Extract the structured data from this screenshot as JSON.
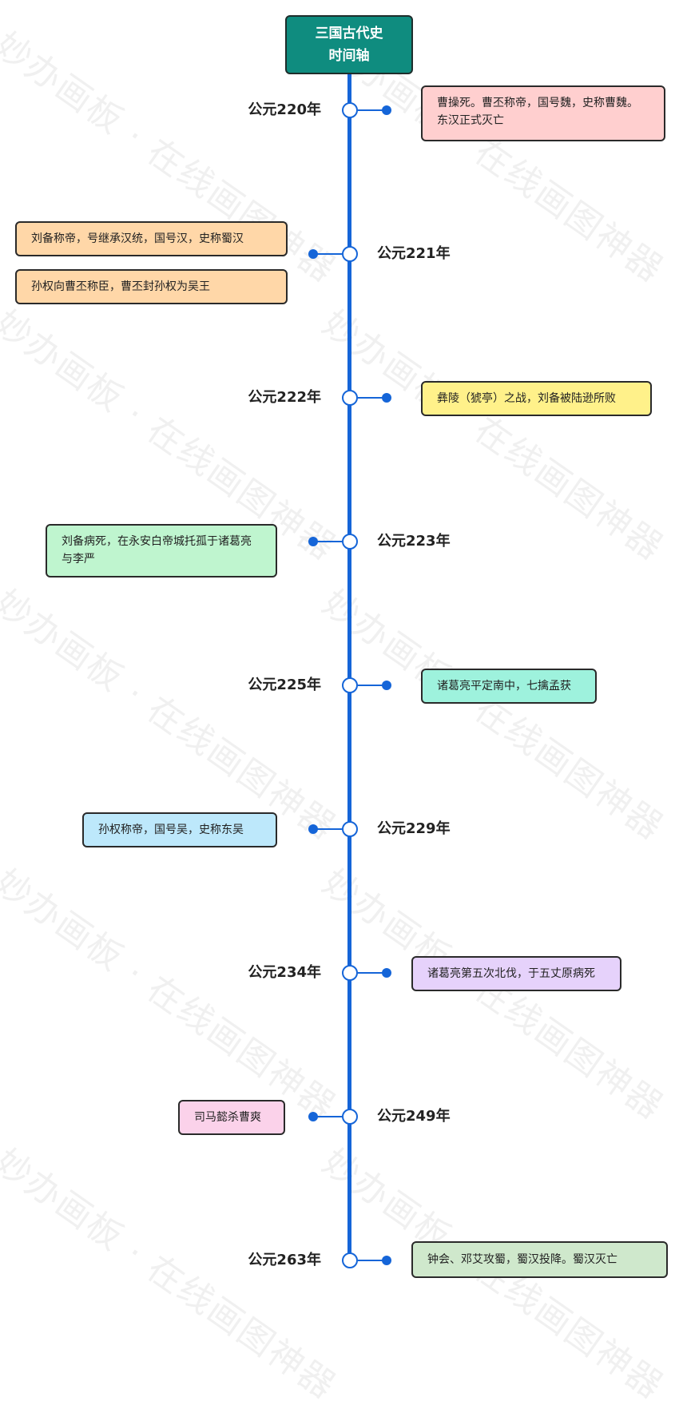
{
  "title": "三国古代史时间轴",
  "title_lines": [
    "三国古代史",
    "时间轴"
  ],
  "watermark_text": "妙办画板 · 在线画图神器",
  "colors": {
    "axis": "#1565d8",
    "title_bg": "#0f8c7f",
    "title_text": "#ffffff",
    "year_text": "#222222",
    "event_text": "#222222",
    "event_border": "#2a2a2a"
  },
  "timeline": [
    {
      "year": "公元220年",
      "side": "right",
      "events": [
        {
          "lines": [
            "曹操死。曹丕称帝，国号魏，史称曹魏。",
            "东汉正式灭亡"
          ],
          "color": "#ffcfcf"
        }
      ]
    },
    {
      "year": "公元221年",
      "side": "left",
      "events": [
        {
          "lines": [
            "刘备称帝，号继承汉统，国号汉，史称蜀汉"
          ],
          "color": "#ffd7a8"
        },
        {
          "lines": [
            "孙权向曹丕称臣，曹丕封孙权为吴王"
          ],
          "color": "#ffd7a8"
        }
      ]
    },
    {
      "year": "公元222年",
      "side": "right",
      "events": [
        {
          "lines": [
            "彝陵（猇亭）之战，刘备被陆逊所败"
          ],
          "color": "#fff18a"
        }
      ]
    },
    {
      "year": "公元223年",
      "side": "left",
      "events": [
        {
          "lines": [
            "刘备病死，在永安白帝城托孤于诸葛亮",
            "与李严"
          ],
          "color": "#bff5cf"
        }
      ]
    },
    {
      "year": "公元225年",
      "side": "right",
      "events": [
        {
          "lines": [
            "诸葛亮平定南中，七擒孟获"
          ],
          "color": "#9ef2dd"
        }
      ]
    },
    {
      "year": "公元229年",
      "side": "left",
      "events": [
        {
          "lines": [
            "孙权称帝，国号吴，史称东吴"
          ],
          "color": "#bde8fb"
        }
      ]
    },
    {
      "year": "公元234年",
      "side": "right",
      "events": [
        {
          "lines": [
            "诸葛亮第五次北伐，于五丈原病死"
          ],
          "color": "#e6d2fb"
        }
      ]
    },
    {
      "year": "公元249年",
      "side": "left",
      "events": [
        {
          "lines": [
            "司马懿杀曹爽"
          ],
          "color": "#fbd2ea"
        }
      ]
    },
    {
      "year": "公元263年",
      "side": "right",
      "events": [
        {
          "lines": [
            "钟会、邓艾攻蜀，蜀汉投降。蜀汉灭亡"
          ],
          "color": "#cfe8cc"
        }
      ]
    }
  ]
}
